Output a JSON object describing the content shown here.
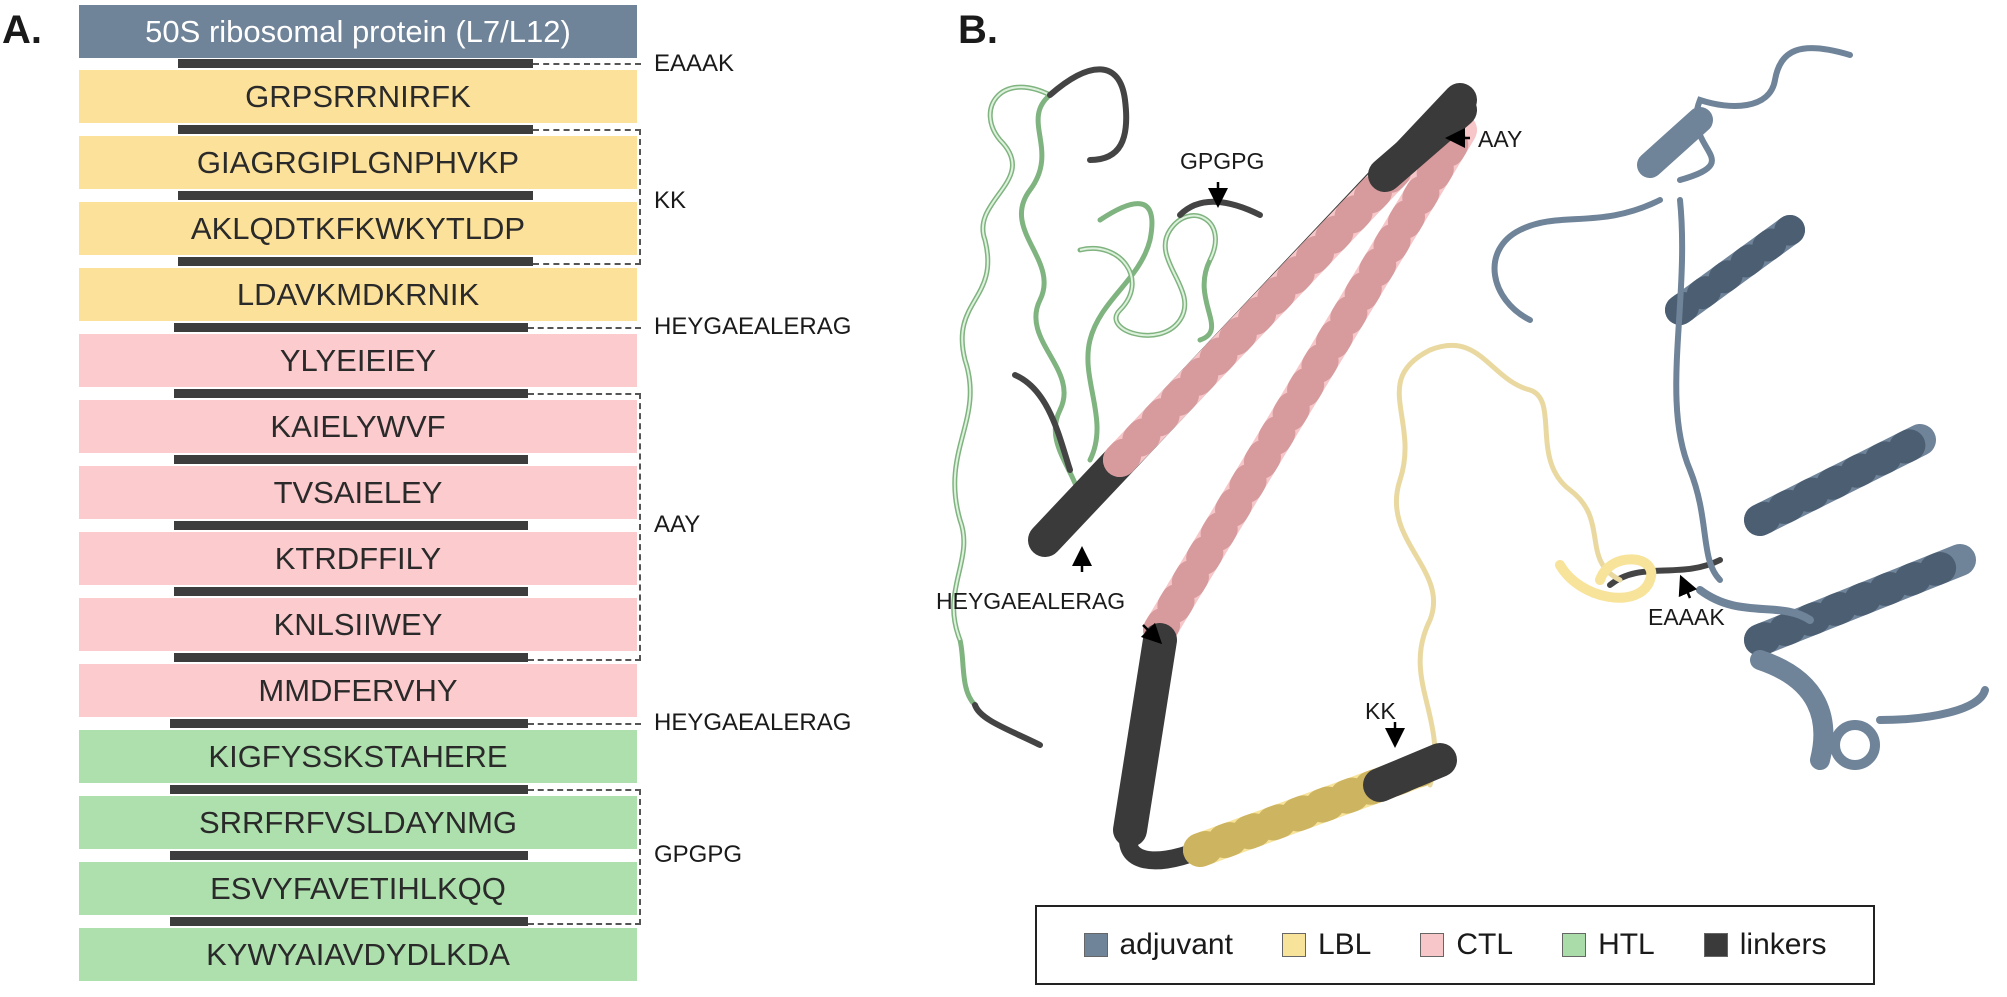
{
  "panel_a": {
    "label": "A.",
    "blocks": [
      {
        "text": "50S ribosomal protein (L7/L12)",
        "type": "adjuvant"
      },
      {
        "text": "GRPSRRNIRFK",
        "type": "lbl"
      },
      {
        "text": "GIAGRGIPLGNPHVKP",
        "type": "lbl"
      },
      {
        "text": "AKLQDTKFKWKYTLDP",
        "type": "lbl"
      },
      {
        "text": "LDAVKMDKRNIK",
        "type": "lbl"
      },
      {
        "text": "YLYEIEIEY",
        "type": "ctl"
      },
      {
        "text": "KAIELYWVF",
        "type": "ctl"
      },
      {
        "text": "TVSAIELEY",
        "type": "ctl"
      },
      {
        "text": "KTRDFFILY",
        "type": "ctl"
      },
      {
        "text": "KNLSIIWEY",
        "type": "ctl"
      },
      {
        "text": "MMDFERVHY",
        "type": "ctl"
      },
      {
        "text": "KIGFYSSKSTAHERE",
        "type": "htl"
      },
      {
        "text": "SRRFRFVSLDAYNMG",
        "type": "htl"
      },
      {
        "text": "ESVYFAVETIHLKQQ",
        "type": "htl"
      },
      {
        "text": "KYWYAIAVDYDLKDA",
        "type": "htl"
      }
    ],
    "linker_labels": {
      "eaaak": "EAAAK",
      "kk": "KK",
      "heygaealerag_1": "HEYGAEALERAG",
      "aay": "AAY",
      "heygaealerag_2": "HEYGAEALERAG",
      "gpgpg": "GPGPG"
    }
  },
  "panel_b": {
    "label": "B.",
    "annotations": {
      "gpgpg": "GPGPG",
      "aay": "AAY",
      "heygaealerag": "HEYGAEALERAG",
      "kk": "KK",
      "eaaak": "EAAAK"
    },
    "legend": [
      {
        "label": "adjuvant",
        "color": "#6f8399"
      },
      {
        "label": "LBL",
        "color": "#f7e39a"
      },
      {
        "label": "CTL",
        "color": "#f6c6c8"
      },
      {
        "label": "HTL",
        "color": "#a9dca9"
      },
      {
        "label": "linkers",
        "color": "#3a3a3a"
      }
    ]
  },
  "colors": {
    "adjuvant": "#6f8399",
    "lbl": "#fce19a",
    "ctl": "#fccbcd",
    "htl": "#aee0ae",
    "linker": "#3d3d3d"
  }
}
